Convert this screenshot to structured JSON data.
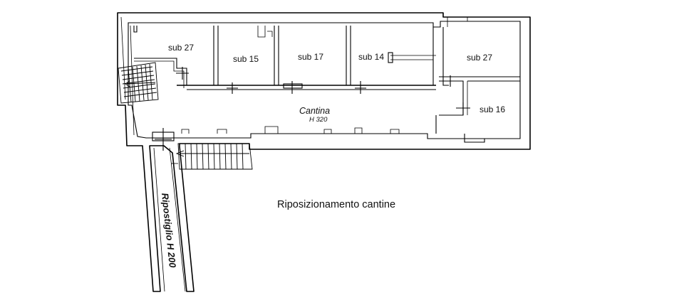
{
  "plan": {
    "rooms": [
      {
        "id": "r1",
        "label": "sub 27"
      },
      {
        "id": "r2",
        "label": "sub 15"
      },
      {
        "id": "r3",
        "label": "sub 17"
      },
      {
        "id": "r4",
        "label": "sub 14"
      },
      {
        "id": "r5",
        "label": "sub 27"
      },
      {
        "id": "r6",
        "label": "sub 16"
      }
    ],
    "corridor": {
      "name": "Cantina",
      "height": "H 320"
    },
    "storage": {
      "name": "Ripostiglio H 200"
    },
    "caption": "Riposizionamento  cantine"
  }
}
